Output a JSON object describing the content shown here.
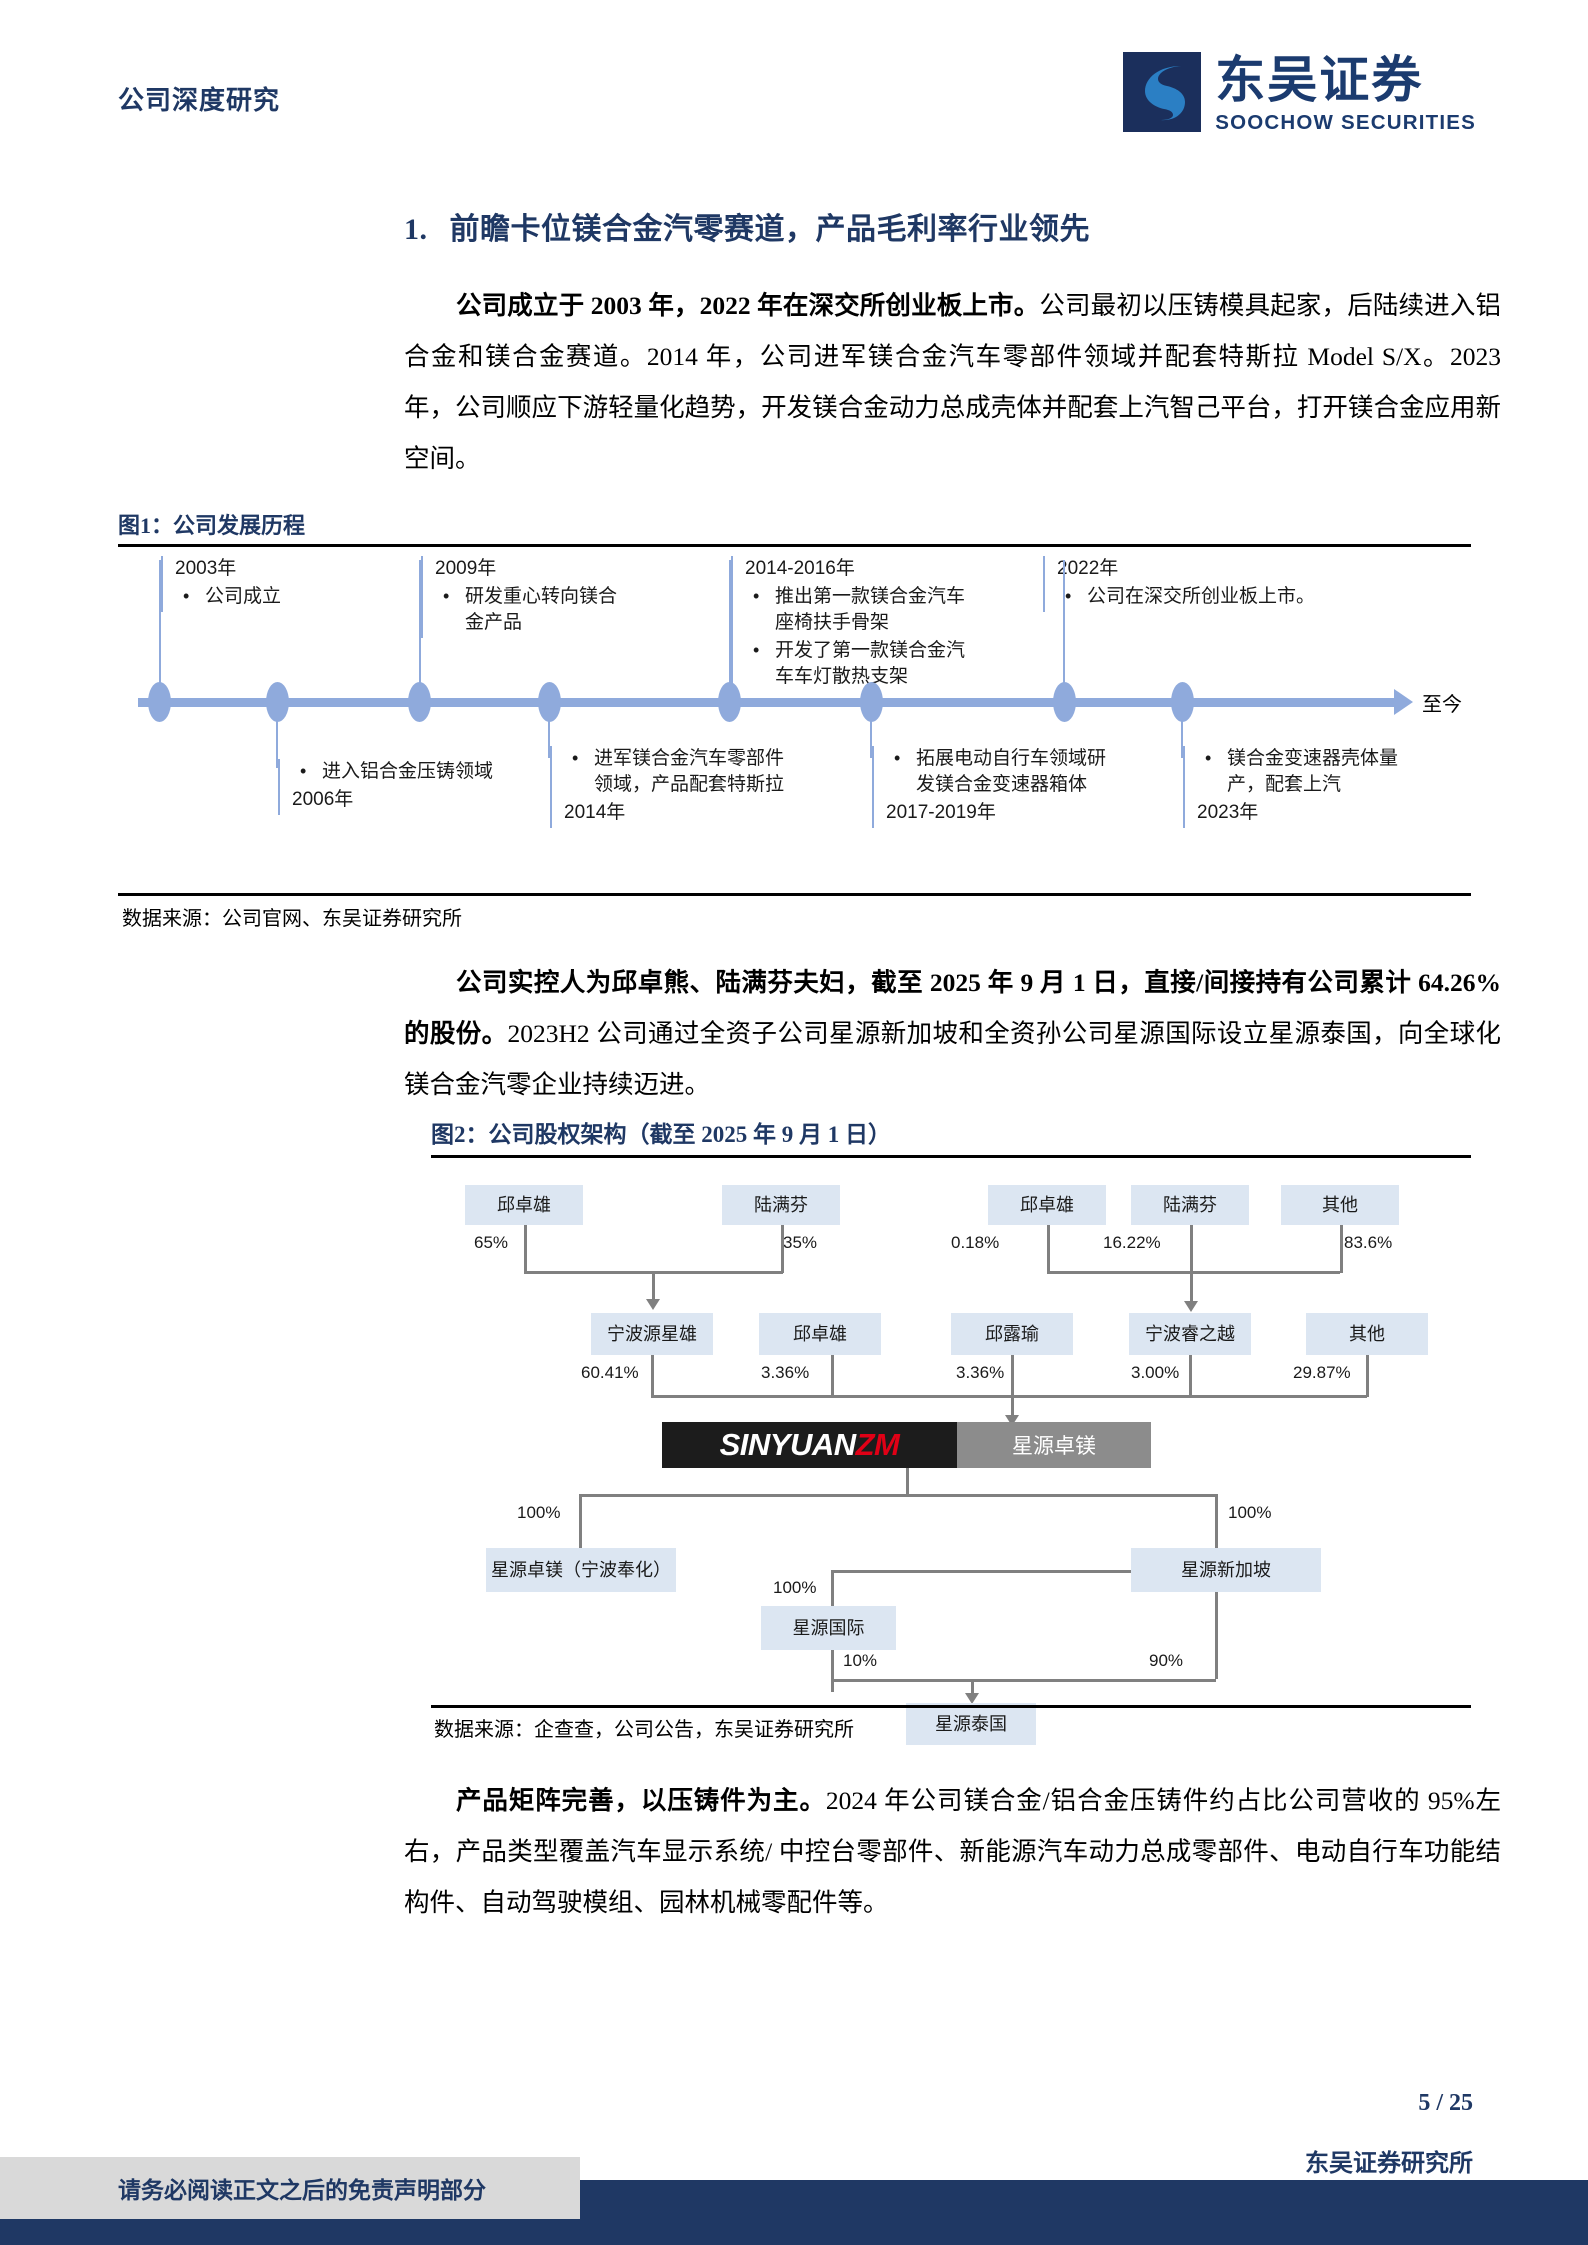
{
  "header": {
    "left_label": "公司深度研究",
    "logo_cn": "东吴证券",
    "logo_en": "SOOCHOW SECURITIES"
  },
  "section": {
    "number": "1.",
    "title": "前瞻卡位镁合金汽零赛道，产品毛利率行业领先"
  },
  "paragraphs": {
    "p1_bold": "公司成立于 2003 年，2022 年在深交所创业板上市。",
    "p1_rest": "公司最初以压铸模具起家，后陆续进入铝合金和镁合金赛道。2014 年，公司进军镁合金汽车零部件领域并配套特斯拉 Model S/X。2023 年，公司顺应下游轻量化趋势，开发镁合金动力总成壳体并配套上汽智己平台，打开镁合金应用新空间。",
    "p2_bold": "公司实控人为邱卓熊、陆满芬夫妇，截至 2025 年 9 月 1 日，直接/间接持有公司累计 64.26%的股份。",
    "p2_rest": "2023H2 公司通过全资子公司星源新加坡和全资孙公司星源国际设立星源泰国，向全球化镁合金汽零企业持续迈进。",
    "p3_bold": "产品矩阵完善，以压铸件为主。",
    "p3_rest": "2024 年公司镁合金/铝合金压铸件约占比公司营收的 95%左右，产品类型覆盖汽车显示系统/ 中控台零部件、新能源汽车动力总成零部件、电动自行车功能结构件、自动驾驶模组、园林机械零配件等。"
  },
  "exhibit1": {
    "title": "图1：公司发展历程",
    "source": "数据来源：公司官网、东吴证券研究所",
    "axis_end_label": "至今",
    "milestones_above": [
      {
        "year": "2003年",
        "items": [
          "公司成立"
        ]
      },
      {
        "year": "2009年",
        "items": [
          "研发重心转向镁合金产品"
        ]
      },
      {
        "year": "2014-2016年",
        "items": [
          "推出第一款镁合金汽车座椅扶手骨架",
          "开发了第一款镁合金汽车车灯散热支架"
        ]
      },
      {
        "year": "2022年",
        "items": [
          "公司在深交所创业板上市。"
        ]
      }
    ],
    "milestones_below": [
      {
        "year": "2006年",
        "items": [
          "进入铝合金压铸领域"
        ]
      },
      {
        "year": "2014年",
        "items": [
          "进军镁合金汽车零部件领域，产品配套特斯拉"
        ]
      },
      {
        "year": "2017-2019年",
        "items": [
          "拓展电动自行车领域研发镁合金变速器箱体"
        ]
      },
      {
        "year": "2023年",
        "items": [
          "镁合金变速器壳体量产，配套上汽"
        ]
      }
    ]
  },
  "exhibit2": {
    "title": "图2：公司股权架构（截至 2025 年 9 月 1 日）",
    "source": "数据来源：企查查，公司公告，东吴证券研究所",
    "brand_dark_white": "SINYUAN",
    "brand_dark_red": "ZM",
    "brand_gray": "星源卓镁",
    "tier1": [
      {
        "name": "邱卓雄",
        "pct": "65%"
      },
      {
        "name": "陆满芬",
        "pct": "35%"
      },
      {
        "name": "邱卓雄",
        "pct": "0.18%"
      },
      {
        "name": "陆满芬",
        "pct": "16.22%"
      },
      {
        "name": "其他",
        "pct": "83.6%"
      }
    ],
    "tier2": [
      {
        "name": "宁波源星雄",
        "pct": "60.41%"
      },
      {
        "name": "邱卓雄",
        "pct": "3.36%"
      },
      {
        "name": "邱露瑜",
        "pct": "3.36%"
      },
      {
        "name": "宁波睿之越",
        "pct": "3.00%"
      },
      {
        "name": "其他",
        "pct": "29.87%"
      }
    ],
    "subs": [
      {
        "name": "星源卓镁（宁波奉化）",
        "pct": "100%"
      },
      {
        "name": "星源新加坡",
        "pct": "100%"
      },
      {
        "name": "星源国际",
        "pct": "100%"
      },
      {
        "name": "星源泰国",
        "pct_left": "10%",
        "pct_right": "90%"
      }
    ]
  },
  "footer": {
    "page_number": "5 / 25",
    "institute": "东吴证券研究所",
    "disclaimer": "请务必阅读正文之后的免责声明部分"
  }
}
